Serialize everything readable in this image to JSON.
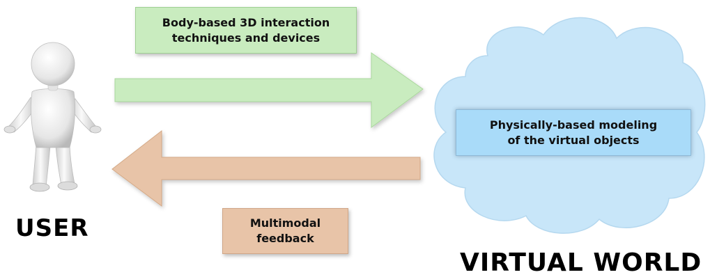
{
  "diagram": {
    "action_box": {
      "text": "Body-based 3D interaction\ntechniques and devices",
      "fill": "#c9ecbf"
    },
    "model_box": {
      "text": "Physically-based modeling\nof the virtual objects",
      "fill": "#a9dbf9"
    },
    "feedback_box": {
      "text": "Multimodal\nfeedback",
      "fill": "#e8c4a8"
    },
    "user_label": "USER",
    "world_label": "VIRTUAL WORLD",
    "colors": {
      "forward_arrow": "#c9ecbf",
      "backward_arrow": "#e8c4a8",
      "cloud": "#c8e6f9",
      "figure": "#eeeeee"
    },
    "icons": [
      "user-figure-icon",
      "cloud-icon"
    ]
  }
}
